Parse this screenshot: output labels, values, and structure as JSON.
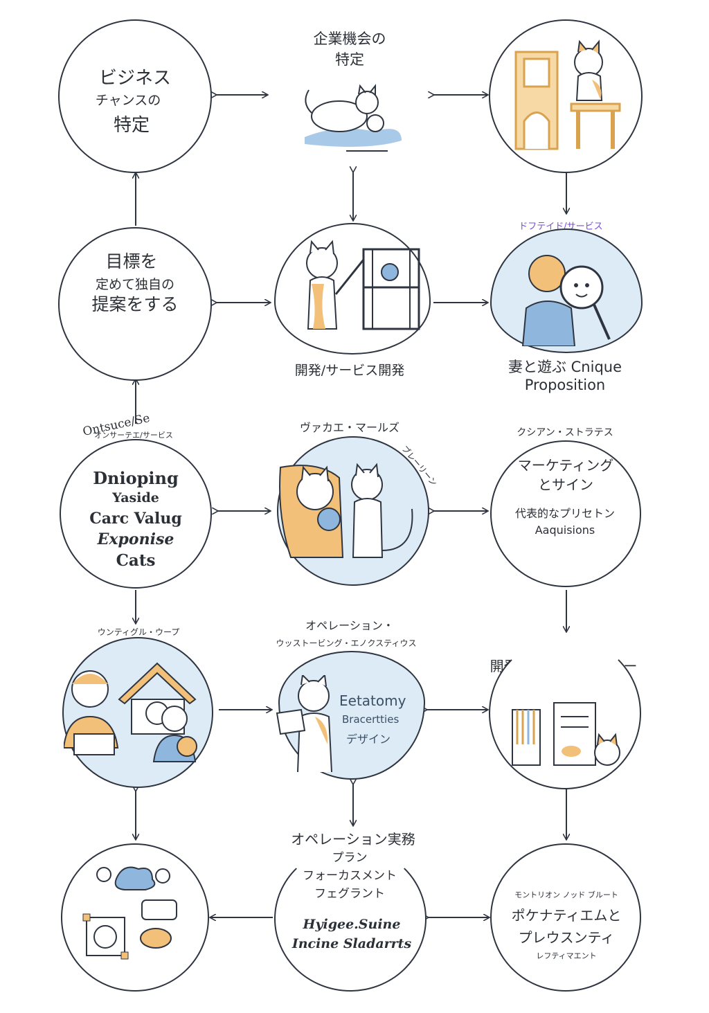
{
  "nodes": {
    "n1": {
      "lines": [
        "ビジネス",
        "チャンスの",
        "特定"
      ]
    },
    "n2": {
      "caption": [
        "企業機会の",
        "特定"
      ]
    },
    "n4": {
      "lines": [
        "目標を",
        "定めて独自の",
        "提案をする"
      ]
    },
    "n5": {
      "caption": "開発/サービス開発"
    },
    "n6": {
      "top_label": "ドフテイド/サービス",
      "caption": [
        "妻と遊ぶ Cnique",
        "Proposition"
      ]
    },
    "n7": {
      "top_label": "Ontsuce/Se",
      "top_label_small": "オンサーテエ/サービス",
      "lines": [
        "Dnioping",
        "Yaside",
        "Carc Valug",
        "Exponise",
        "Cats"
      ]
    },
    "n8": {
      "top_label": "ヴァカエ・マールズ",
      "side_label": "ブレーリーン"
    },
    "n9": {
      "top_label": "クシアン・ストラテス",
      "lines": [
        "マーケティング",
        "とサイン",
        "代表的なプリセトン",
        "Aaquisions"
      ]
    },
    "n10": {
      "top_label": "ウンティグル・ウープ"
    },
    "n11": {
      "top_label": [
        "オペレーション・",
        "ウッストービング・エノクスティウス"
      ],
      "lines": [
        "Eetatomy",
        "Bracertties",
        "デザイン"
      ]
    },
    "n12": {
      "top_label": "開発者 操作 プレビュー"
    },
    "n14": {
      "top_label": [
        "オペレーション実務",
        "プラン",
        "フォーカスメント",
        "フェグラント"
      ],
      "lines": [
        "Hyigee.Suine",
        "Incine  Sladarrts"
      ]
    },
    "n15": {
      "lines": [
        "モントリオン ノッド ブルート",
        "ポケナティエムと",
        "プレウスンティ",
        "レフティマエント"
      ]
    }
  },
  "colors": {
    "stroke": "#2f3540",
    "tint": "#dcebf5",
    "accent": "#f2c078",
    "blue": "#8fb6dc",
    "purple": "#7a4fd0"
  },
  "icons": {
    "n2": "cat-with-kitten-icon",
    "n3": "cat-on-tower-icon",
    "n5": "cat-with-cage-icon",
    "n6": "person-with-magnifier-icon",
    "n8": "cat-family-icon",
    "n10": "people-and-house-icon",
    "n11": "cat-holding-paper-icon",
    "n12": "workstation-cat-icon",
    "n13": "tools-and-ideas-icon"
  }
}
